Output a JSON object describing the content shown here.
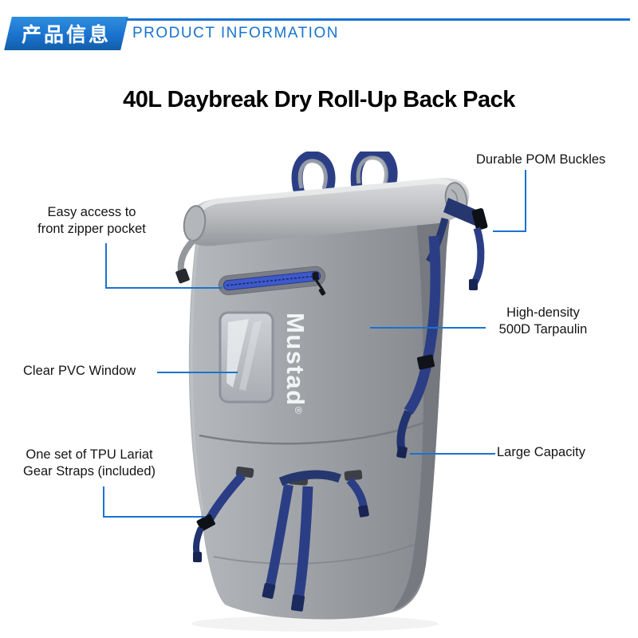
{
  "colors": {
    "accent": "#1a73cf",
    "strap-navy": "#2b3e85",
    "bag-gray": "#9ca0a4",
    "zipper-blue": "#3d59cb"
  },
  "header": {
    "badge": "产品信息",
    "title": "PRODUCT INFORMATION"
  },
  "product": {
    "title": "40L Daybreak Dry Roll-Up Back Pack",
    "brand": "Mustad",
    "brand_mark": "®"
  },
  "callouts": {
    "buckles": "Durable POM Buckles",
    "zipper_pocket": "Easy access to\nfront zipper pocket",
    "tarpaulin": "High-density\n500D Tarpaulin",
    "pvc_window": "Clear PVC Window",
    "gear_straps": "One set of TPU Lariat\nGear Straps (included)",
    "capacity": "Large Capacity"
  }
}
